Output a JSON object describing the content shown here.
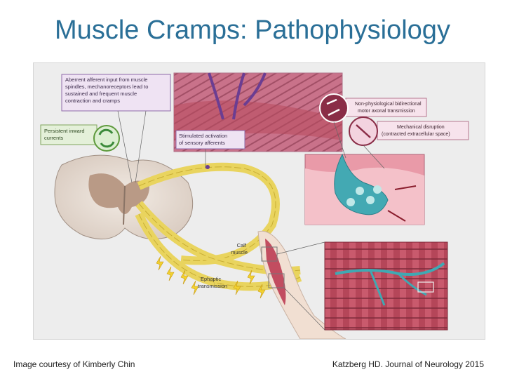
{
  "slide": {
    "title": "Muscle Cramps: Pathophysiology",
    "credit_left": "Image courtesy of Kimberly Chin",
    "credit_right": "Katzberg HD. Journal of Neurology 2015"
  },
  "diagram": {
    "box_aberrant": [
      "Aberrent afferent input from muscle",
      "spindles, mechanoreceptors lead to",
      "sustained and frequent muscle",
      "contraction and cramps"
    ],
    "box_persistent": [
      "Persistent inward",
      "currents"
    ],
    "box_stimulated": [
      "Stimulated activation",
      "of sensory afferents"
    ],
    "box_nonphys": [
      "Non-physiological bidirectional",
      "motor axonal transmission"
    ],
    "box_mech": [
      "Mechanical disruption",
      "(contracted extracellular space)"
    ],
    "label_calf": [
      "Calf",
      "muscle"
    ],
    "label_ephaptic": [
      "Ephaptic",
      "transmission"
    ],
    "colors": {
      "title": "#2a6f97",
      "purple_box": "#efe3f3",
      "green_box": "#e4f0d9",
      "pink_box": "#f7e3ec",
      "muscle": "#b84a5c",
      "nerve_yellow": "#f2e27a",
      "teal": "#3fa9b3"
    }
  }
}
